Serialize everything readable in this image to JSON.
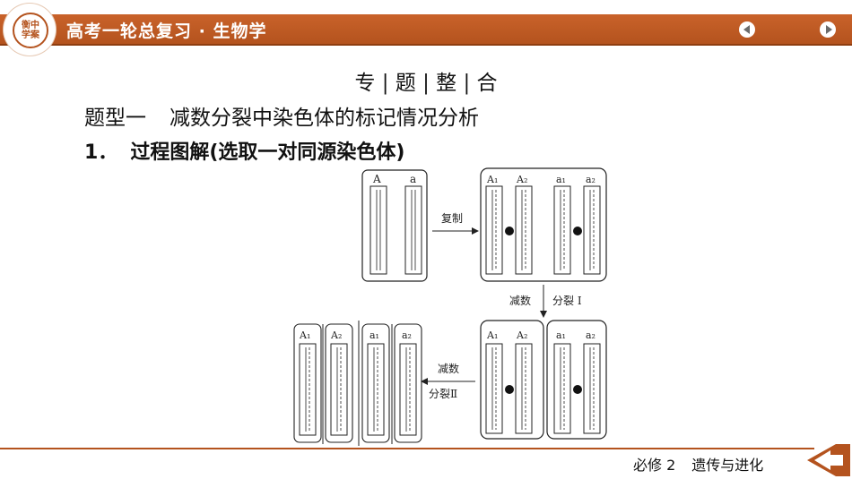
{
  "header": {
    "logo_text": "衡中学案",
    "title": "高考一轮总复习 · 生物学",
    "prev_icon": "chevron-left-icon",
    "next_icon": "chevron-right-icon",
    "accent_color": "#b4531e"
  },
  "content": {
    "section_title": "专 | 题 | 整 | 合",
    "subheading_part1": "题型一",
    "subheading_part2": "减数分裂中染色体的标记情况分析",
    "point_number": "1．",
    "point_text": "过程图解(选取一对同源染色体)"
  },
  "diagram": {
    "stage1": {
      "labels": [
        "A",
        "a"
      ]
    },
    "arrow_replicate": "复制",
    "stage2": {
      "labels": [
        "A₁",
        "A₂",
        "a₁",
        "a₂"
      ]
    },
    "arrow_meiosis1_left": "减数",
    "arrow_meiosis1_right": "分裂 Ⅰ",
    "stage3": {
      "labels": [
        "A₁",
        "A₂",
        "a₁",
        "a₂"
      ]
    },
    "arrow_meiosis2_line1": "减数",
    "arrow_meiosis2_line2": "分裂Ⅱ",
    "stage4": {
      "labels": [
        "A₁",
        "A₂",
        "a₁",
        "a₂"
      ]
    }
  },
  "footer": {
    "course": "必修 2",
    "unit": "遗传与进化",
    "return_icon": "return-arrow-icon"
  }
}
